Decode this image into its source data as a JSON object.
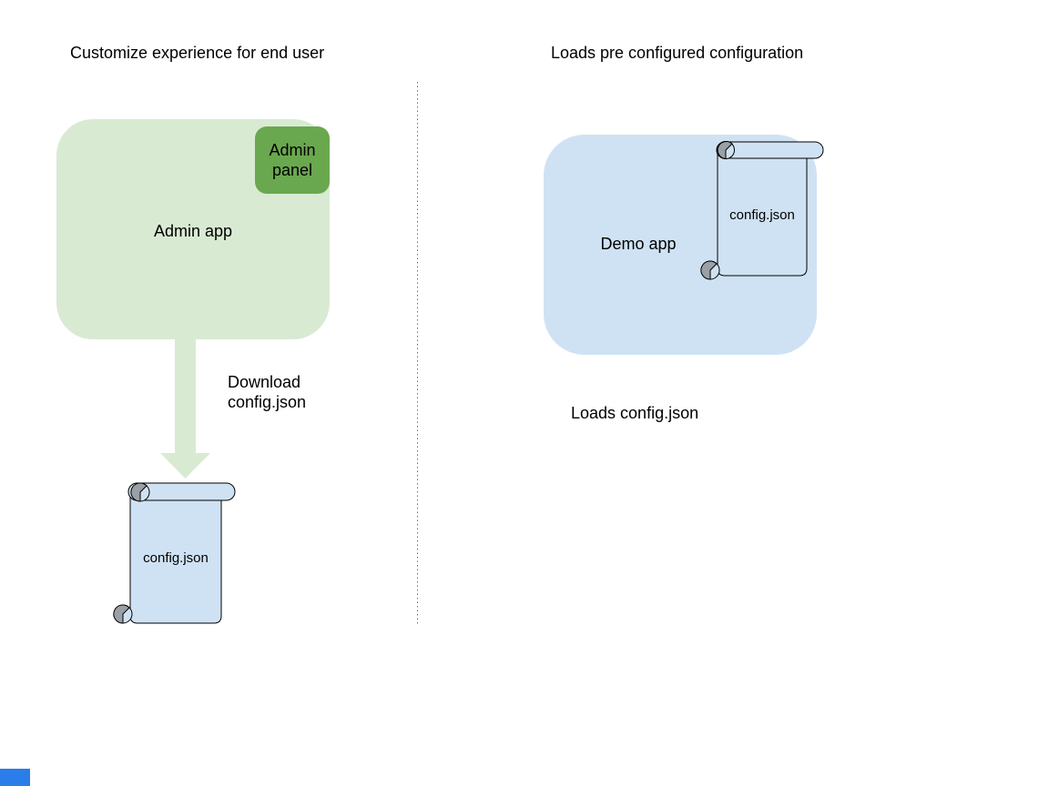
{
  "colors": {
    "green-light": "#d9ead3",
    "green-dark": "#6aa84f",
    "blue-light": "#cfe2f3",
    "outline": "#000000",
    "curl-gray": "#9aa0a6",
    "divider-gray": "#6d6d6d",
    "accent-blue": "#2b7de9",
    "text": "#000000"
  },
  "left_section": {
    "title": "Customize experience for end user",
    "admin_app": {
      "label": "Admin app"
    },
    "admin_panel": {
      "label": "Admin panel"
    },
    "arrow_label": "Download config.json",
    "scroll": {
      "label": "config.json"
    }
  },
  "right_section": {
    "title": "Loads pre configured configuration",
    "demo_app": {
      "label": "Demo app"
    },
    "scroll": {
      "label": "config.json"
    },
    "caption": "Loads config.json"
  }
}
